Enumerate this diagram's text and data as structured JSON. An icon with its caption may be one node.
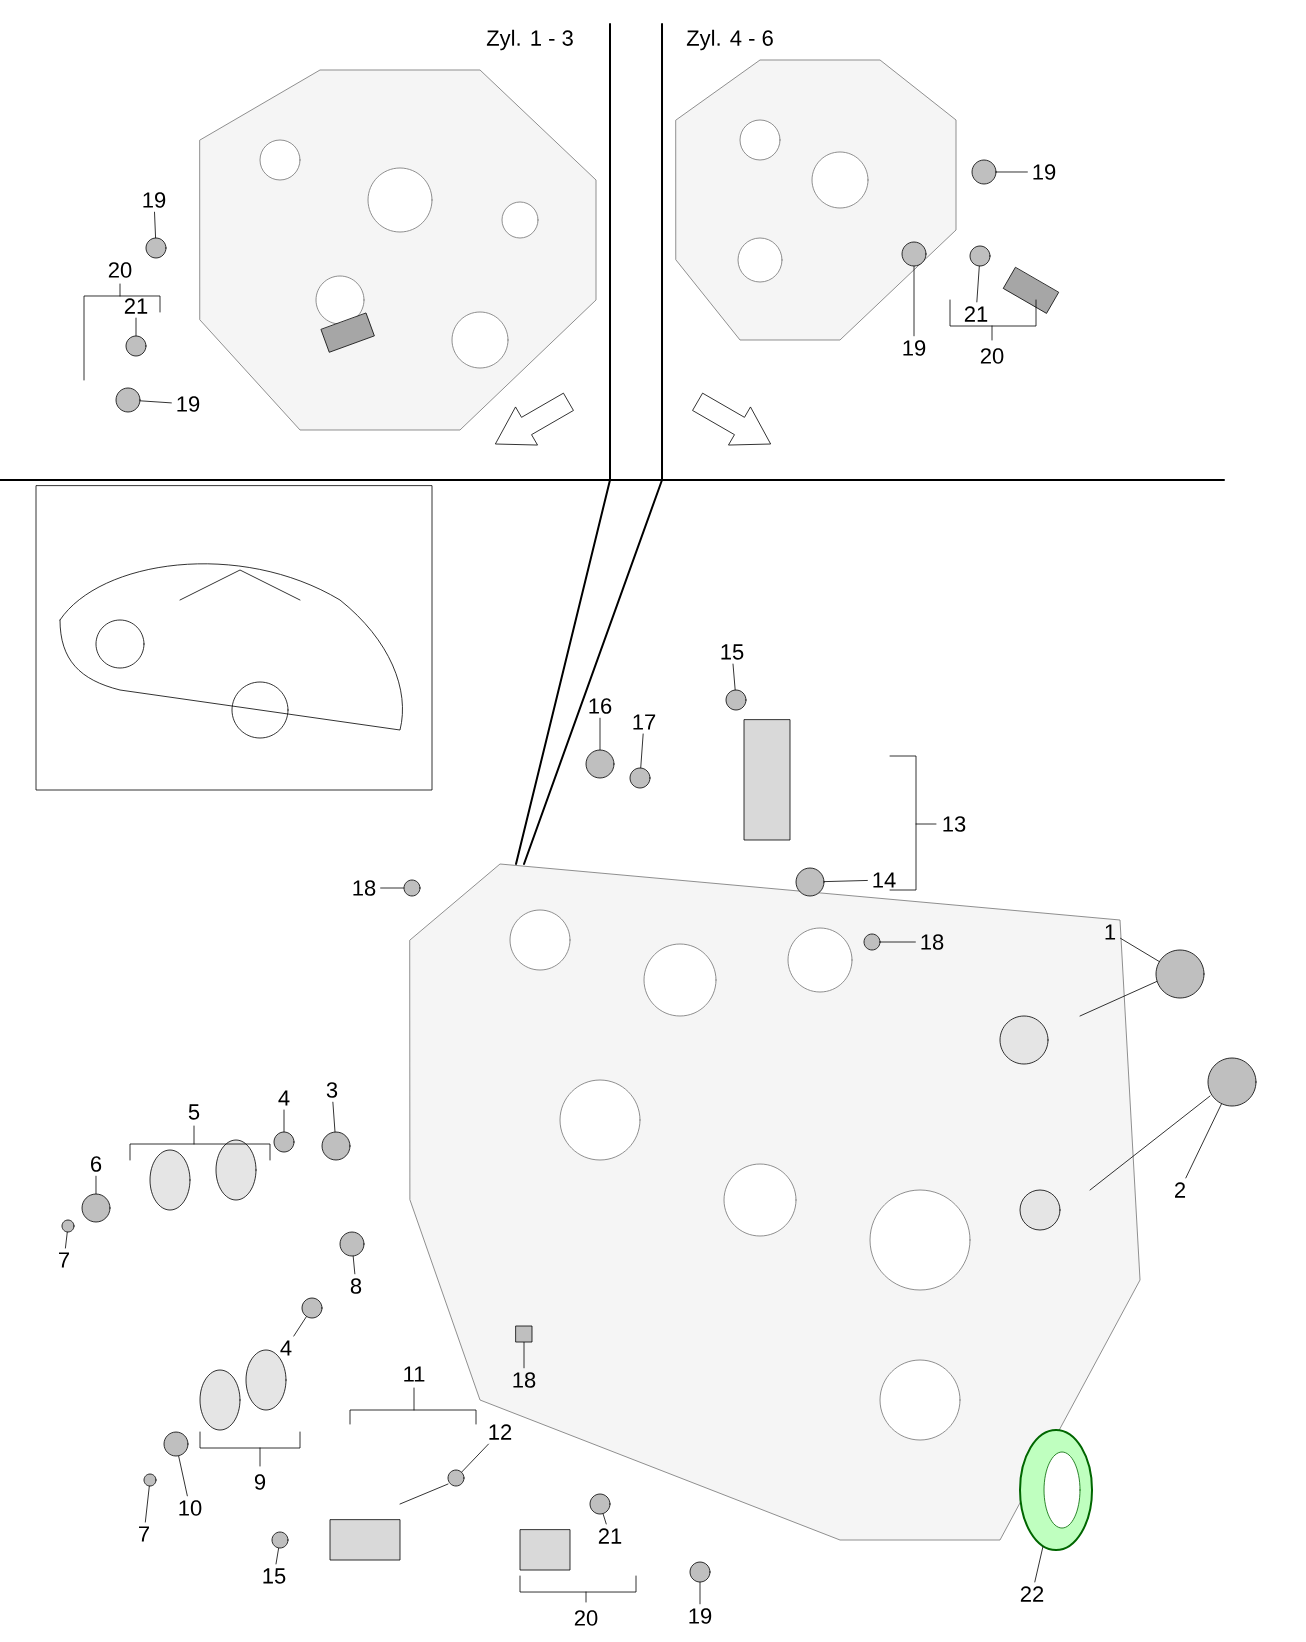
{
  "diagram": {
    "nodes": [
      {
        "text": [
          "19"
        ]
      },
      {
        "text": [
          "21"
        ]
      },
      {
        "text": [
          "19"
        ]
      },
      {
        "text": [
          "19"
        ]
      },
      {
        "text": [
          "19"
        ]
      },
      {
        "text": [
          "21"
        ]
      },
      {
        "text": [
          "15"
        ]
      },
      {
        "text": [
          "16"
        ]
      },
      {
        "text": [
          "17"
        ]
      },
      {
        "text": [
          "14"
        ]
      },
      {
        "text": [
          "18"
        ]
      },
      {
        "text": [
          "18"
        ]
      },
      {
        "text": [
          "1"
        ]
      },
      {
        "text": [
          "2"
        ]
      },
      {
        "text": [
          "4"
        ]
      },
      {
        "text": [
          "3"
        ]
      },
      {
        "text": [
          "6"
        ]
      },
      {
        "text": [
          "7"
        ]
      },
      {
        "text": [
          "8"
        ]
      },
      {
        "text": [
          "4"
        ]
      },
      {
        "text": [
          "18"
        ]
      },
      {
        "text": [
          "12"
        ]
      },
      {
        "text": [
          "10"
        ]
      },
      {
        "text": [
          "7"
        ]
      },
      {
        "text": [
          "21"
        ]
      },
      {
        "text": [
          "15"
        ]
      },
      {
        "text": [
          "22"
        ]
      },
      {
        "text": [
          "19"
        ]
      },
      {
        "text": [],
        "shape": "circle"
      },
      {
        "text": [],
        "shape": "circle"
      },
      {
        "text": [],
        "shape": "circle"
      },
      {
        "text": [],
        "shape": "circle"
      },
      {
        "text": [],
        "shape": "circle"
      },
      {
        "text": [],
        "shape": "circle"
      },
      {
        "text": [],
        "shape": "circle"
      },
      {
        "text": [],
        "shape": "circle"
      },
      {
        "text": [],
        "shape": "circle"
      },
      {
        "text": [],
        "shape": "circle"
      },
      {
        "text": [],
        "shape": "circle"
      },
      {
        "text": [],
        "shape": "circle"
      },
      {
        "text": [],
        "shape": "circle"
      },
      {
        "text": [],
        "shape": "circle"
      },
      {
        "text": [],
        "shape": "circle"
      },
      {
        "text": [],
        "shape": "circle"
      },
      {
        "text": [],
        "shape": "circle"
      },
      {
        "text": [],
        "shape": "circle"
      },
      {
        "text": [],
        "shape": "circle"
      },
      {
        "text": [],
        "shape": "circle"
      },
      {
        "text": [],
        "shape": "box"
      },
      {
        "text": [],
        "shape": "circle"
      },
      {
        "text": [],
        "shape": "circle"
      },
      {
        "text": [],
        "shape": "circle"
      },
      {
        "text": [],
        "shape": "circle"
      },
      {
        "text": [],
        "shape": "circle"
      },
      {
        "text": [],
        "shape": "circle"
      },
      {
        "text": [],
        "shape": "circle"
      }
    ],
    "edges": [
      {
        "from": 0,
        "to": 28,
        "arrow": "none"
      },
      {
        "from": 1,
        "to": 29,
        "arrow": "none"
      },
      {
        "from": 2,
        "to": 30,
        "arrow": "none"
      },
      {
        "from": 3,
        "to": 31,
        "arrow": "none"
      },
      {
        "from": 4,
        "to": 32,
        "arrow": "none"
      },
      {
        "from": 5,
        "to": 33,
        "arrow": "none"
      },
      {
        "from": 6,
        "to": 34,
        "arrow": "none"
      },
      {
        "from": 7,
        "to": 35,
        "arrow": "none"
      },
      {
        "from": 8,
        "to": 36,
        "arrow": "none"
      },
      {
        "from": 9,
        "to": 37,
        "arrow": "none"
      },
      {
        "from": 10,
        "to": 38,
        "arrow": "none"
      },
      {
        "from": 11,
        "to": 39,
        "arrow": "none"
      },
      {
        "from": 12,
        "to": 40,
        "arrow": "none"
      },
      {
        "from": 13,
        "to": 41,
        "arrow": "none"
      },
      {
        "from": 14,
        "to": 42,
        "arrow": "none"
      },
      {
        "from": 15,
        "to": 43,
        "arrow": "none"
      },
      {
        "from": 16,
        "to": 44,
        "arrow": "none"
      },
      {
        "from": 17,
        "to": 45,
        "arrow": "none"
      },
      {
        "from": 18,
        "to": 46,
        "arrow": "none"
      },
      {
        "from": 19,
        "to": 47,
        "arrow": "none"
      },
      {
        "from": 20,
        "to": 48,
        "arrow": "none"
      },
      {
        "from": 21,
        "to": 49,
        "arrow": "none"
      },
      {
        "from": 22,
        "to": 50,
        "arrow": "none"
      },
      {
        "from": 23,
        "to": 51,
        "arrow": "none"
      },
      {
        "from": 24,
        "to": 52,
        "arrow": "none"
      },
      {
        "from": 25,
        "to": 53,
        "arrow": "none"
      },
      {
        "from": 26,
        "to": 54,
        "arrow": "none"
      },
      {
        "from": 27,
        "to": 55,
        "arrow": "none"
      }
    ],
    "labels": [
      "Zyl. 1 - 3",
      "Zyl. 4 - 6",
      "20",
      "20",
      "13",
      "5",
      "11",
      "9",
      "20"
    ]
  }
}
